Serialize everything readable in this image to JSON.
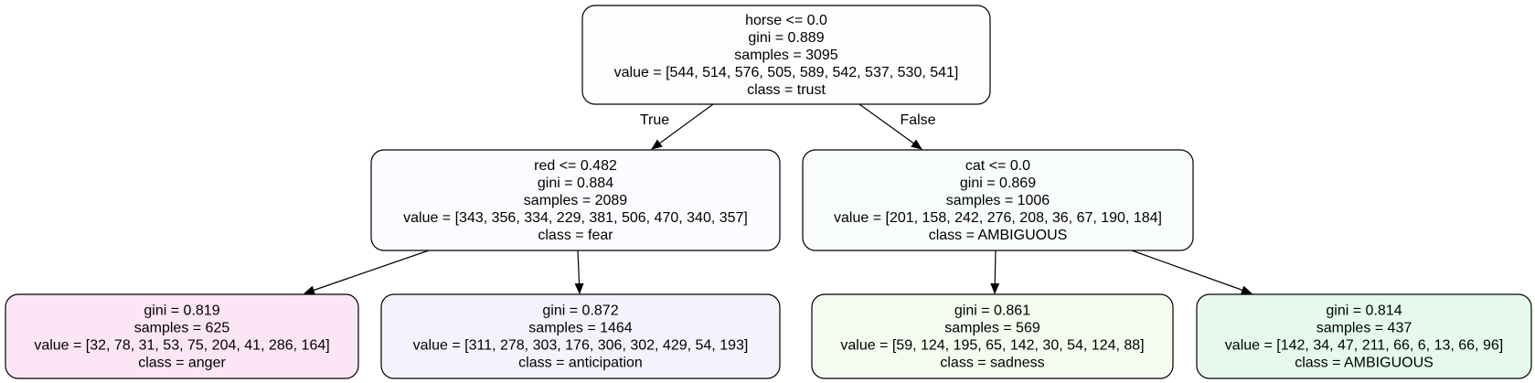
{
  "tree": {
    "nodes": [
      {
        "id": "root",
        "fill": "#fdfdff",
        "lines": [
          "horse <= 0.0",
          "gini = 0.889",
          "samples = 3095",
          "value = [544, 514, 576, 505, 589, 542, 537, 530, 541]",
          "class = trust"
        ]
      },
      {
        "id": "left",
        "fill": "#fbfcff",
        "lines": [
          "red <= 0.482",
          "gini = 0.884",
          "samples = 2089",
          "value = [343, 356, 334, 229, 381, 506, 470, 340, 357]",
          "class = fear"
        ]
      },
      {
        "id": "right",
        "fill": "#f8fdf9",
        "lines": [
          "cat <= 0.0",
          "gini = 0.869",
          "samples = 1006",
          "value = [201, 158, 242, 276, 208, 36, 67, 190, 184]",
          "class = AMBIGUOUS"
        ]
      },
      {
        "id": "ll",
        "fill": "#fce6f6",
        "lines": [
          "gini = 0.819",
          "samples = 625",
          "value = [32, 78, 31, 53, 75, 204, 41, 286, 164]",
          "class = anger"
        ]
      },
      {
        "id": "lr",
        "fill": "#f5f2fd",
        "lines": [
          "gini = 0.872",
          "samples = 1464",
          "value = [311, 278, 303, 176, 306, 302, 429, 54, 193]",
          "class = anticipation"
        ]
      },
      {
        "id": "rl",
        "fill": "#f3fcef",
        "lines": [
          "gini = 0.861",
          "samples = 569",
          "value = [59, 124, 195, 65, 142, 30, 54, 124, 88]",
          "class = sadness"
        ]
      },
      {
        "id": "rr",
        "fill": "#e5faed",
        "lines": [
          "gini = 0.814",
          "samples = 437",
          "value = [142, 34, 47, 211, 66, 6, 13, 66, 96]",
          "class = AMBIGUOUS"
        ]
      }
    ],
    "edges": [
      {
        "from": "root",
        "to": "left",
        "label": "True"
      },
      {
        "from": "root",
        "to": "right",
        "label": "False"
      },
      {
        "from": "left",
        "to": "ll",
        "label": ""
      },
      {
        "from": "left",
        "to": "lr",
        "label": ""
      },
      {
        "from": "right",
        "to": "rl",
        "label": ""
      },
      {
        "from": "right",
        "to": "rr",
        "label": ""
      }
    ]
  }
}
